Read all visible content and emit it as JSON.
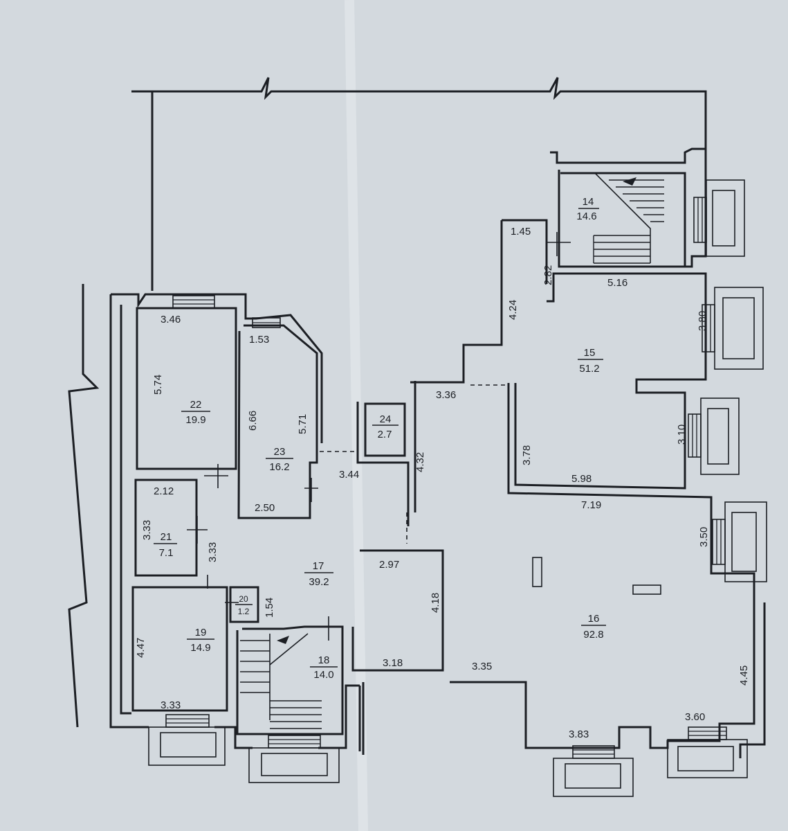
{
  "rooms": [
    {
      "id": "r14",
      "number": "14",
      "area": "14.6"
    },
    {
      "id": "r15",
      "number": "15",
      "area": "51.2"
    },
    {
      "id": "r16",
      "number": "16",
      "area": "92.8"
    },
    {
      "id": "r17",
      "number": "17",
      "area": "39.2"
    },
    {
      "id": "r18",
      "number": "18",
      "area": "14.0"
    },
    {
      "id": "r19",
      "number": "19",
      "area": "14.9"
    },
    {
      "id": "r20",
      "number": "20",
      "area": "1.2"
    },
    {
      "id": "r21",
      "number": "21",
      "area": "7.1"
    },
    {
      "id": "r22",
      "number": "22",
      "area": "19.9"
    },
    {
      "id": "r23",
      "number": "23",
      "area": "16.2"
    },
    {
      "id": "r24",
      "number": "24",
      "area": "2.7"
    }
  ],
  "dimensions": [
    "1.45",
    "2.82",
    "5.16",
    "4.24",
    "3.80",
    "3.36",
    "3.78",
    "3.10",
    "5.98",
    "7.19",
    "3.50",
    "4.45",
    "3.60",
    "3.83",
    "3.35",
    "3.18",
    "4.18",
    "2.97",
    "4.32",
    "3.44",
    "3.46",
    "5.74",
    "1.53",
    "6.66",
    "5.71",
    "2.50",
    "2.12",
    "3.33",
    "3.33",
    "1.54",
    "4.47",
    "3.33"
  ]
}
